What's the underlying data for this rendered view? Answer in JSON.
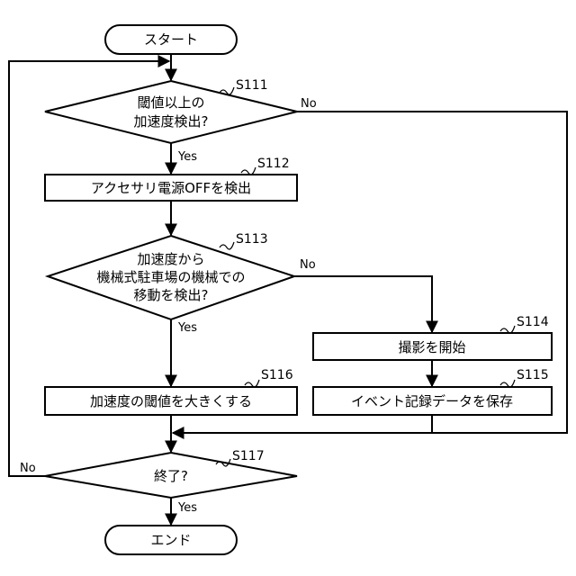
{
  "nodes": {
    "start": {
      "text": "スタート"
    },
    "s111": {
      "step": "S111",
      "lines": [
        "閾値以上の",
        "加速度検出?"
      ]
    },
    "s112": {
      "step": "S112",
      "text": "アクセサリ電源OFFを検出"
    },
    "s113": {
      "step": "S113",
      "lines": [
        "加速度から",
        "機械式駐車場の機械での",
        "移動を検出?"
      ]
    },
    "s114": {
      "step": "S114",
      "text": "撮影を開始"
    },
    "s115": {
      "step": "S115",
      "text": "イベント記録データを保存"
    },
    "s116": {
      "step": "S116",
      "text": "加速度の閾値を大きくする"
    },
    "s117": {
      "step": "S117",
      "text": "終了?"
    },
    "end": {
      "text": "エンド"
    }
  },
  "branches": {
    "s111_no": "No",
    "s111_yes": "Yes",
    "s113_no": "No",
    "s113_yes": "Yes",
    "s117_no": "No",
    "s117_yes": "Yes"
  }
}
